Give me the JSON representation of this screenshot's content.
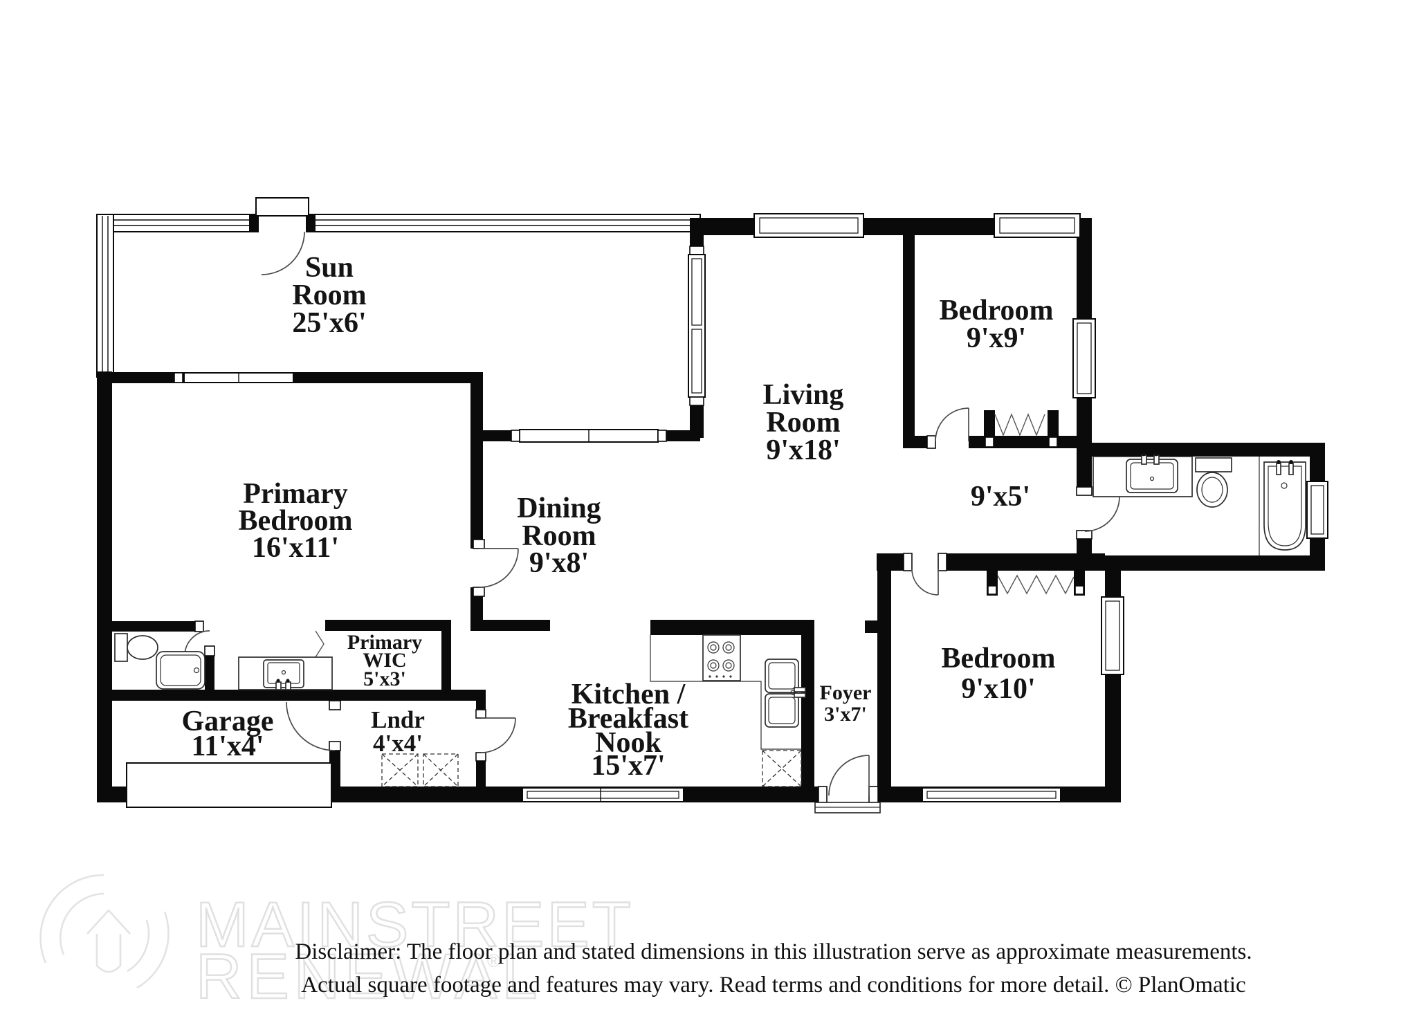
{
  "rooms": {
    "sun_room": {
      "name_line1": "Sun",
      "name_line2": "Room",
      "dims": "25'x6'"
    },
    "primary_bedroom": {
      "name_line1": "Primary",
      "name_line2": "Bedroom",
      "dims": "16'x11'"
    },
    "dining_room": {
      "name_line1": "Dining",
      "name_line2": "Room",
      "dims": "9'x8'"
    },
    "living_room": {
      "name_line1": "Living",
      "name_line2": "Room",
      "dims": "9'x18'"
    },
    "bedroom_ne": {
      "name_line1": "Bedroom",
      "dims": "9'x9'"
    },
    "hall": {
      "dims": "9'x5'"
    },
    "bedroom_se": {
      "name_line1": "Bedroom",
      "dims": "9'x10'"
    },
    "foyer": {
      "name_line1": "Foyer",
      "dims": "3'x7'"
    },
    "kitchen": {
      "name_line1": "Kitchen /",
      "name_line2": "Breakfast",
      "name_line3": "Nook",
      "dims": "15'x7'"
    },
    "garage": {
      "name_line1": "Garage",
      "dims": "11'x4'"
    },
    "laundry": {
      "name_line1": "Lndr",
      "dims": "4'x4'"
    },
    "primary_wic": {
      "name_line1": "Primary",
      "name_line2": "WIC",
      "dims": "5'x3'"
    }
  },
  "watermark": {
    "line1": "MAINSTREET",
    "line2": "RENEWAL",
    "registered": "®"
  },
  "disclaimer": {
    "line1": "Disclaimer: The floor plan and stated dimensions in this illustration serve as approximate measurements.",
    "line2": "Actual square footage and features may vary. Read terms and conditions for more detail. © PlanOmatic"
  },
  "colors": {
    "wall": "#0a0a0a",
    "label_text": "#141414",
    "watermark": "#e0e0e0",
    "background": "#ffffff"
  }
}
